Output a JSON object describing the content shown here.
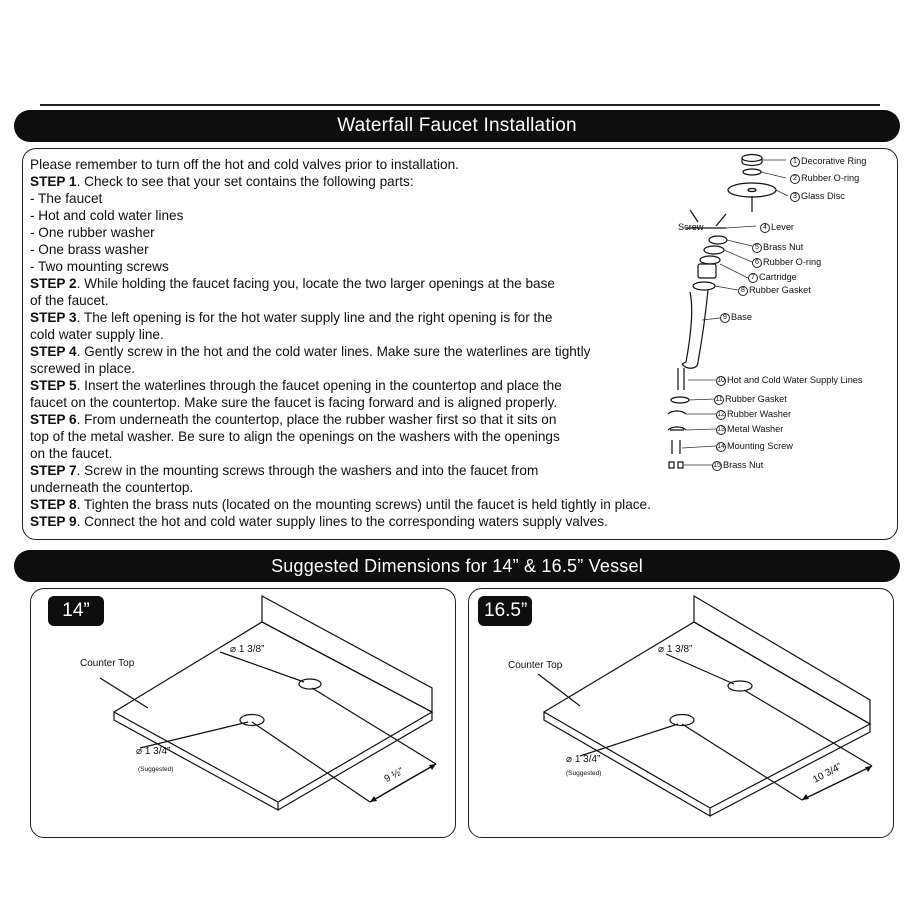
{
  "title": "Waterfall Faucet Installation",
  "intro": "Please remember to turn off the hot and cold valves prior to installation.",
  "steps": [
    {
      "label": "STEP 1",
      "lines": [
        ". Check to see that your set contains the following parts:"
      ]
    },
    {
      "label": "STEP 2",
      "lines": [
        ". While holding the faucet facing you, locate the two larger openings at the base",
        "of the faucet."
      ]
    },
    {
      "label": "STEP 3",
      "lines": [
        ". The left opening is for the hot water supply line and the right opening is for the",
        "cold water supply line."
      ]
    },
    {
      "label": "STEP 4",
      "lines": [
        ". Gently screw in the hot and the cold water lines. Make sure the waterlines are tightly",
        "screwed in place."
      ]
    },
    {
      "label": "STEP 5",
      "lines": [
        ". Insert the waterlines through the faucet opening in the countertop and place the",
        "faucet on the countertop. Make sure the faucet is facing forward and is aligned properly."
      ]
    },
    {
      "label": "STEP 6",
      "lines": [
        ". From underneath the countertop, place the rubber washer first so that it sits on",
        "top of the metal washer. Be sure to align the openings on the washers with the openings",
        "on the faucet."
      ]
    },
    {
      "label": "STEP 7",
      "lines": [
        ". Screw in the mounting screws through the washers and into the faucet from",
        "underneath the countertop."
      ]
    },
    {
      "label": "STEP 8",
      "lines": [
        ". Tighten the brass nuts (located on the mounting screws) until the faucet is held tightly in place."
      ]
    },
    {
      "label": "STEP 9",
      "lines": [
        ".  Connect the hot and cold water supply lines to the corresponding waters supply valves."
      ]
    }
  ],
  "parts_list": [
    "- The faucet",
    "- Hot and cold water lines",
    "- One rubber washer",
    "- One brass washer",
    "- Two mounting screws"
  ],
  "diagram_parts": [
    {
      "num": "1",
      "label": "Decorative Ring"
    },
    {
      "num": "2",
      "label": "Rubber O-ring"
    },
    {
      "num": "3",
      "label": "Glass Disc"
    },
    {
      "num": "4",
      "label": "Lever"
    },
    {
      "num": "5",
      "label": "Brass Nut"
    },
    {
      "num": "6",
      "label": "Rubber O-ring"
    },
    {
      "num": "7",
      "label": "Cartridge"
    },
    {
      "num": "8",
      "label": "Rubber Gasket"
    },
    {
      "num": "9",
      "label": "Base"
    },
    {
      "num": "10",
      "label": "Hot and Cold Water Supply Lines"
    },
    {
      "num": "11",
      "label": "Rubber Gasket"
    },
    {
      "num": "12",
      "label": "Rubber Washer"
    },
    {
      "num": "13",
      "label": "Metal Washer"
    },
    {
      "num": "14",
      "label": "Mounting Screw"
    },
    {
      "num": "15",
      "label": "Brass Nut"
    }
  ],
  "screw_label": "Screw",
  "dimensions_title": "Suggested Dimensions for 14” & 16.5” Vessel",
  "panel14": {
    "size": "14”",
    "counter": "Counter Top",
    "small_hole": "1 3/8”",
    "large_hole": "1 3/4”",
    "suggested": "(Suggested)",
    "distance": "9 ½”"
  },
  "panel165": {
    "size": "16.5”",
    "counter": "Counter Top",
    "small_hole": "1 3/8”",
    "large_hole": "1 3/4”",
    "suggested": "(Suggested)",
    "distance": "10 3/4”"
  }
}
